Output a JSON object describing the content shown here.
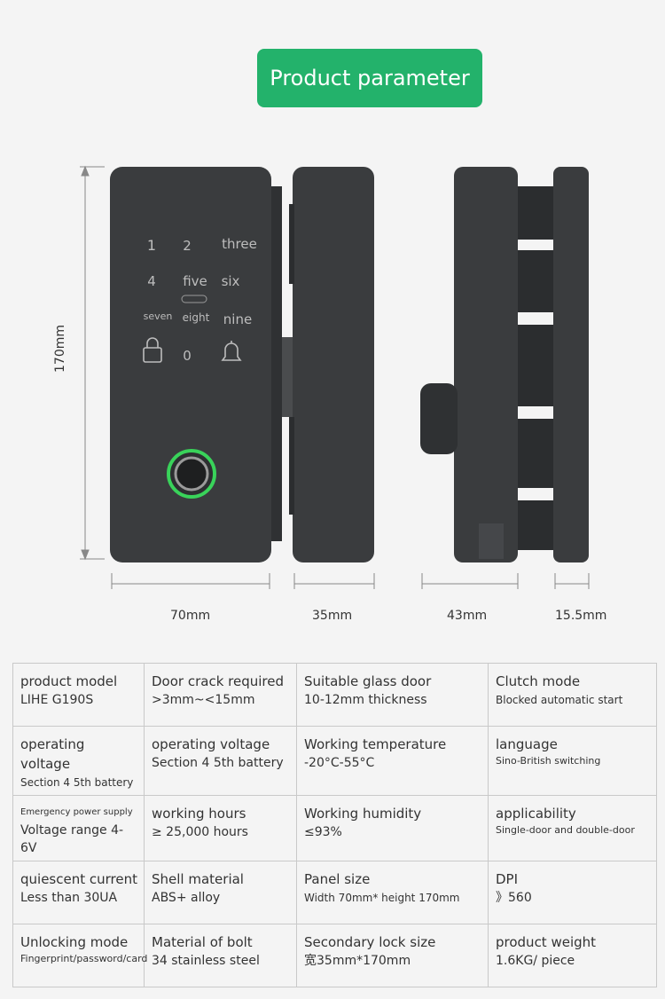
{
  "header": {
    "title": "Product parameter"
  },
  "keypad": {
    "keys": [
      "1",
      "2",
      "three",
      "4",
      "five",
      "six",
      "seven",
      "eight",
      "nine",
      "0"
    ]
  },
  "dimensions": {
    "height": "170mm",
    "front_width": "70mm",
    "secondary_width": "35mm",
    "side_depth": "43mm",
    "side_thickness": "15.5mm"
  },
  "colors": {
    "accent": "#23b26b",
    "device": "#3a3c3e",
    "ring": "#39d35a"
  },
  "specs": [
    [
      {
        "key": "product model",
        "value": "LIHE G190S"
      },
      {
        "key": "Door crack required",
        "value": ">3mm~<15mm"
      },
      {
        "key": "Suitable glass door",
        "value": "10-12mm thickness"
      },
      {
        "key": "Clutch mode",
        "value": "Blocked automatic start"
      }
    ],
    [
      {
        "key": "operating voltage",
        "value": "Section 4 5th battery"
      },
      {
        "key": "operating voltage",
        "value": "Section 4 5th battery"
      },
      {
        "key": "Working temperature",
        "value": "-20°C-55°C"
      },
      {
        "key": "language",
        "value": "Sino-British switching"
      }
    ],
    [
      {
        "key": "Emergency power supply",
        "value": "Voltage range 4-6V"
      },
      {
        "key": "working hours",
        "value": "≥ 25,000 hours"
      },
      {
        "key": "Working humidity",
        "value": "≤93%"
      },
      {
        "key": "applicability",
        "value": "Single-door and double-door"
      }
    ],
    [
      {
        "key": "quiescent current",
        "value": "Less than 30UA"
      },
      {
        "key": "Shell material",
        "value": "ABS+ alloy"
      },
      {
        "key": "Panel size",
        "value": "Width 70mm* height 170mm"
      },
      {
        "key": "DPI",
        "value": "》560"
      }
    ],
    [
      {
        "key": "Unlocking mode",
        "value": "Fingerprint/password/card"
      },
      {
        "key": "Material of bolt",
        "value": "34 stainless steel"
      },
      {
        "key": "Secondary lock size",
        "value": "宽35mm*170mm"
      },
      {
        "key": "product weight",
        "value": "1.6KG/ piece"
      }
    ]
  ]
}
